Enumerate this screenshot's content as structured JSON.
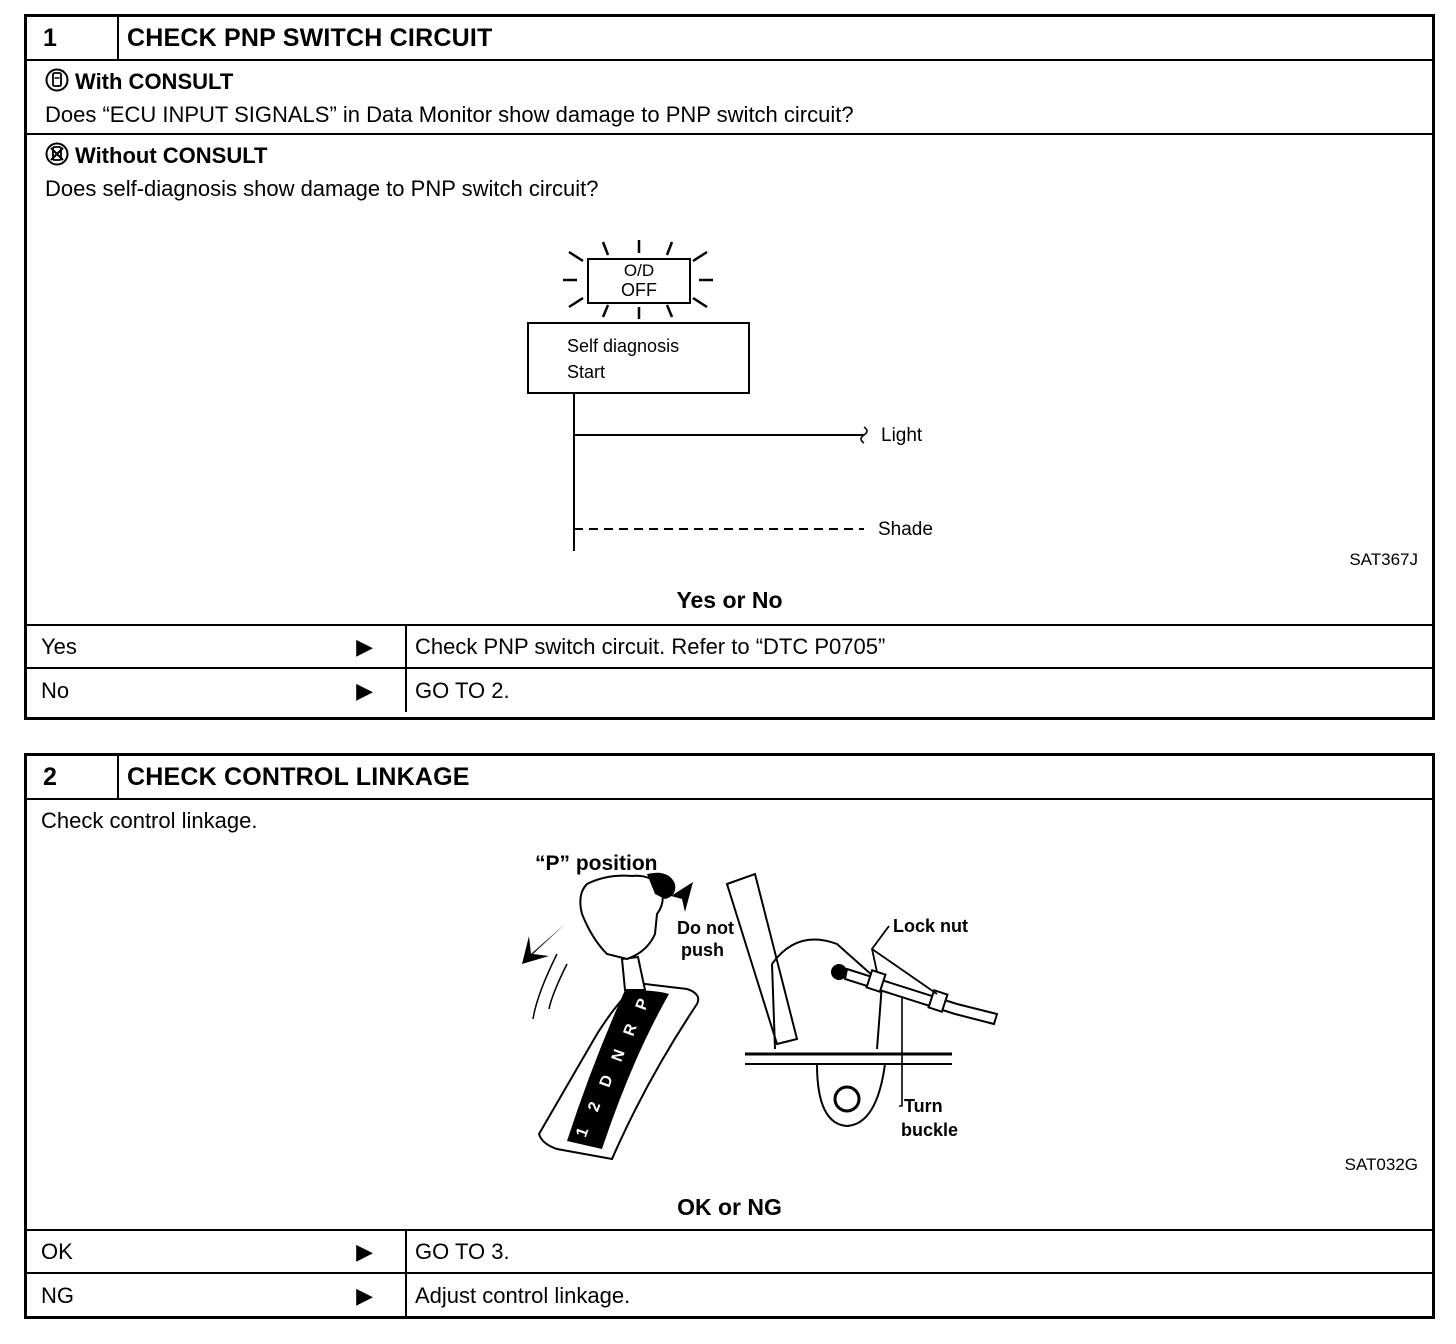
{
  "section1": {
    "number": "1",
    "title": "CHECK PNP SWITCH CIRCUIT",
    "with_consult": {
      "icon": "consult-icon",
      "heading": "With CONSULT",
      "text": "Does “ECU INPUT SIGNALS” in Data Monitor show damage to PNP switch circuit?"
    },
    "without_consult": {
      "icon": "no-consult-icon",
      "heading": "Without CONSULT",
      "text": "Does self-diagnosis show damage to PNP switch circuit?"
    },
    "figure": {
      "lamp_line1": "O/D",
      "lamp_line2": "OFF",
      "box_line1": "Self  diagnosis",
      "box_line2": "Start",
      "light_label": "Light",
      "shade_label": "Shade",
      "code": "SAT367J"
    },
    "question": "Yes or No",
    "answers": [
      {
        "key": "Yes",
        "arrow": "▶",
        "value": "Check PNP switch circuit. Refer to “DTC P0705”"
      },
      {
        "key": "No",
        "arrow": "▶",
        "value": "GO TO 2."
      }
    ]
  },
  "section2": {
    "number": "2",
    "title": "CHECK CONTROL LINKAGE",
    "text": "Check control linkage.",
    "figure": {
      "position_label": "“P” position",
      "do_not_push_line1": "Do not",
      "do_not_push_line2": "push",
      "lock_nut_label": "Lock nut",
      "turn_buckle_line1": "Turn",
      "turn_buckle_line2": "buckle",
      "gate_letters": [
        "P",
        "R",
        "N",
        "D",
        "2",
        "1"
      ],
      "code": "SAT032G"
    },
    "question": "OK or NG",
    "answers": [
      {
        "key": "OK",
        "arrow": "▶",
        "value": "GO TO 3."
      },
      {
        "key": "NG",
        "arrow": "▶",
        "value": "Adjust control linkage."
      }
    ]
  }
}
